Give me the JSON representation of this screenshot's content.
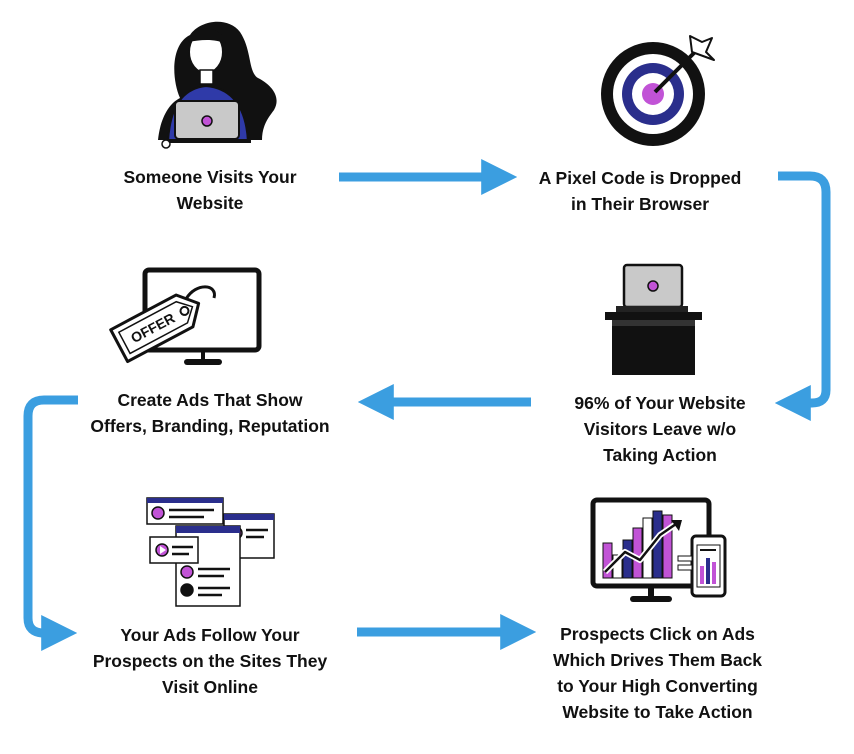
{
  "steps": [
    {
      "id": "visit",
      "lines": [
        "Someone Visits Your",
        "Website"
      ],
      "icon": "woman-laptop-icon"
    },
    {
      "id": "pixel",
      "lines": [
        "A Pixel Code is Dropped",
        "in Their Browser"
      ],
      "icon": "target-icon"
    },
    {
      "id": "leave",
      "lines": [
        "96% of Your Website",
        "Visitors Leave w/o",
        "Taking Action"
      ],
      "icon": "laptop-desk-icon"
    },
    {
      "id": "ads",
      "lines": [
        "Create Ads That Show",
        "Offers, Branding, Reputation"
      ],
      "icon": "offer-monitor-icon"
    },
    {
      "id": "follow",
      "lines": [
        "Your Ads Follow Your",
        "Prospects on the Sites They",
        "Visit Online"
      ],
      "icon": "web-windows-icon"
    },
    {
      "id": "click",
      "lines": [
        "Prospects Click on Ads",
        "Which Drives Them Back",
        "to Your High Converting",
        "Website to Take Action"
      ],
      "icon": "analytics-devices-icon"
    }
  ],
  "offer_tag_text": "OFFER",
  "colors": {
    "arrow": "#3b9ee0",
    "accent": "#c153d6",
    "navy": "#2a2e8c",
    "ink": "#111111"
  }
}
